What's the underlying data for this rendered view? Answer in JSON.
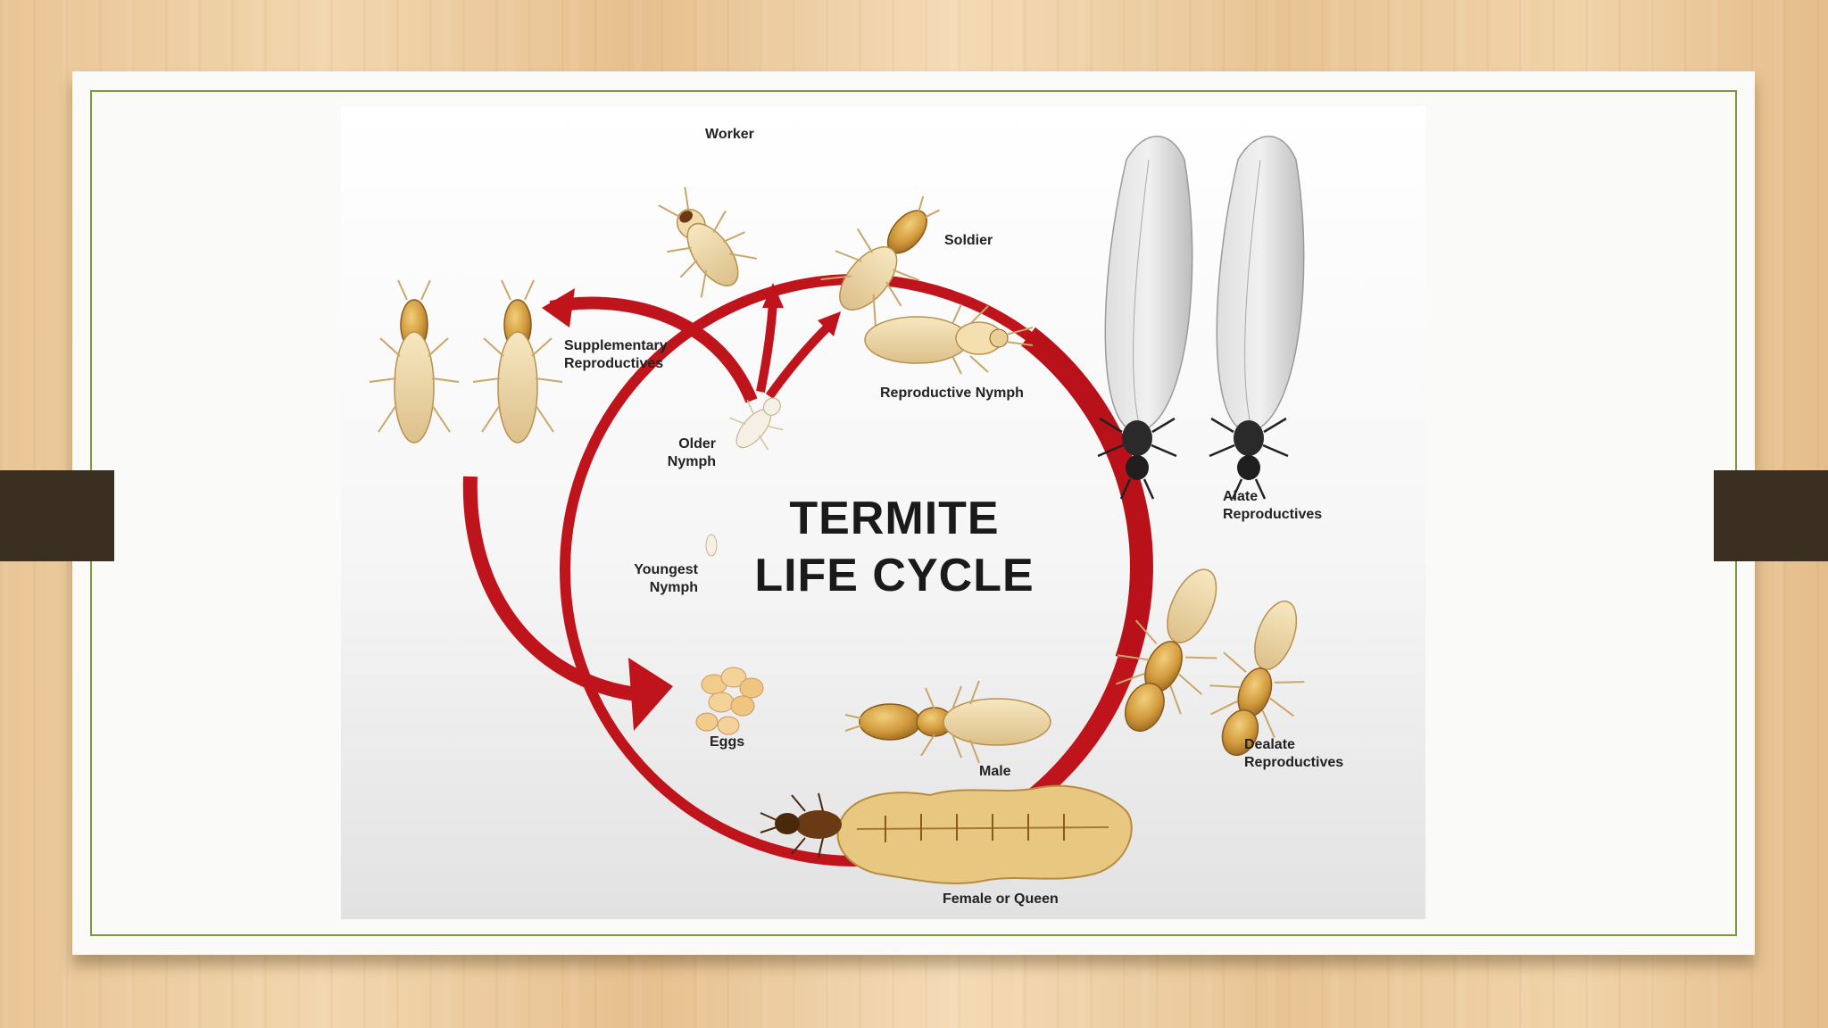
{
  "diagram": {
    "title": "TERMITE\nLIFE CYCLE",
    "labels": {
      "worker": "Worker",
      "soldier": "Soldier",
      "supplementary": "Supplementary\nReproductives",
      "reproductive_nymph": "Reproductive Nymph",
      "older_nymph": "Older\nNymph",
      "youngest_nymph": "Youngest\nNymph",
      "eggs": "Eggs",
      "male": "Male",
      "queen": "Female or Queen",
      "alate": "Alate\nReproductives",
      "dealate": "Dealate\nReproductives"
    },
    "colors": {
      "cycle_red": "#c0141c",
      "termite_gold": "#d8a84a",
      "wing_gray": "#c8c8c8"
    }
  }
}
